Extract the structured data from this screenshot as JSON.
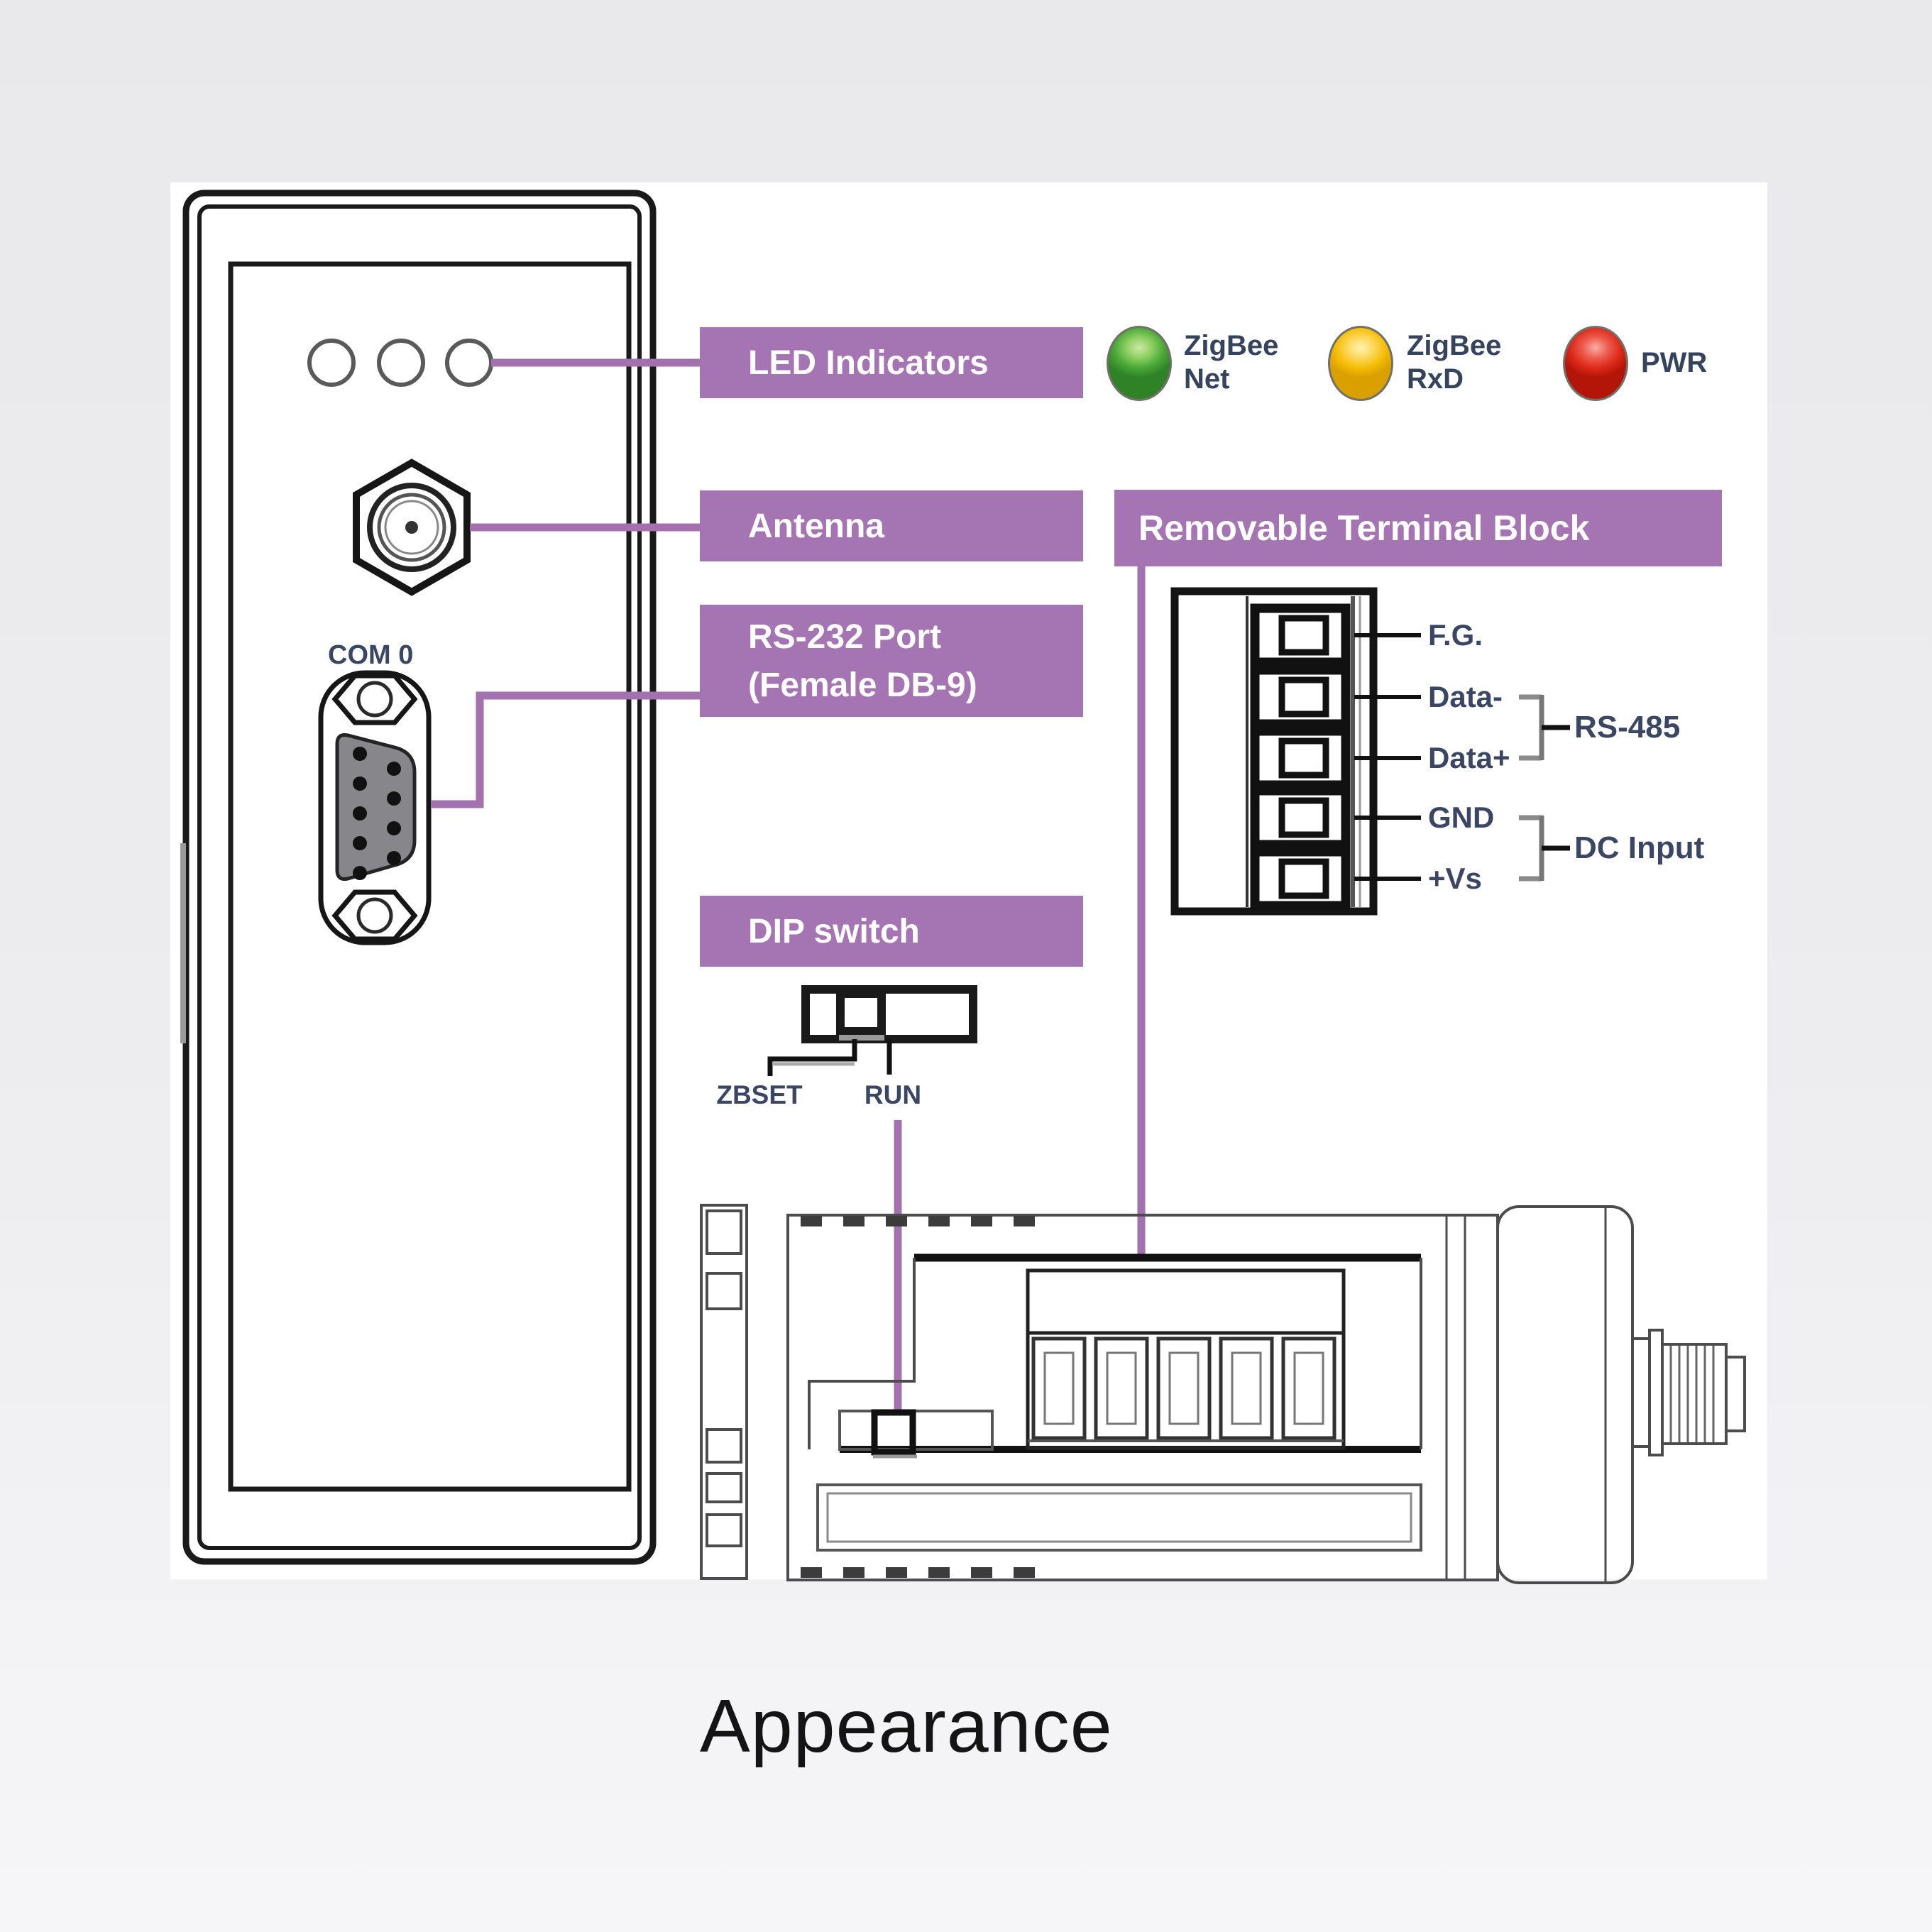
{
  "page": {
    "title": "Appearance"
  },
  "callouts": {
    "led": "LED Indicators",
    "antenna": "Antenna",
    "rs232_line1": "RS-232 Port",
    "rs232_line2": "(Female DB-9)",
    "dip": "DIP switch",
    "rtb": "Removable Terminal Block"
  },
  "front_view": {
    "com_label": "COM 0"
  },
  "led_legend": {
    "items": [
      {
        "name": "zigbee-net-led",
        "color": "#3f9e33",
        "line1": "ZigBee",
        "line2": "Net"
      },
      {
        "name": "zigbee-rxd-led",
        "color": "#f3b700",
        "line1": "ZigBee",
        "line2": "RxD"
      },
      {
        "name": "pwr-led",
        "color": "#d7281c",
        "line1": "PWR",
        "line2": ""
      }
    ]
  },
  "terminal_block": {
    "pins": [
      {
        "label": "F.G."
      },
      {
        "label": "Data-"
      },
      {
        "label": "Data+"
      },
      {
        "label": "GND"
      },
      {
        "label": "+Vs"
      }
    ],
    "groups": [
      {
        "label": "RS-485"
      },
      {
        "label": "DC Input"
      }
    ]
  },
  "dip_switch": {
    "positions": [
      {
        "label": "ZBSET"
      },
      {
        "label": "RUN"
      }
    ]
  },
  "colors": {
    "accent_purple_line": "#a370b0",
    "box_purple": "#a575b3",
    "led_green": "#3f9e33",
    "led_yellow": "#f3b700",
    "led_red": "#d7281c",
    "label_text": "#3a4663",
    "panel_white": "#ffffff",
    "background_gray": "#ededef"
  }
}
